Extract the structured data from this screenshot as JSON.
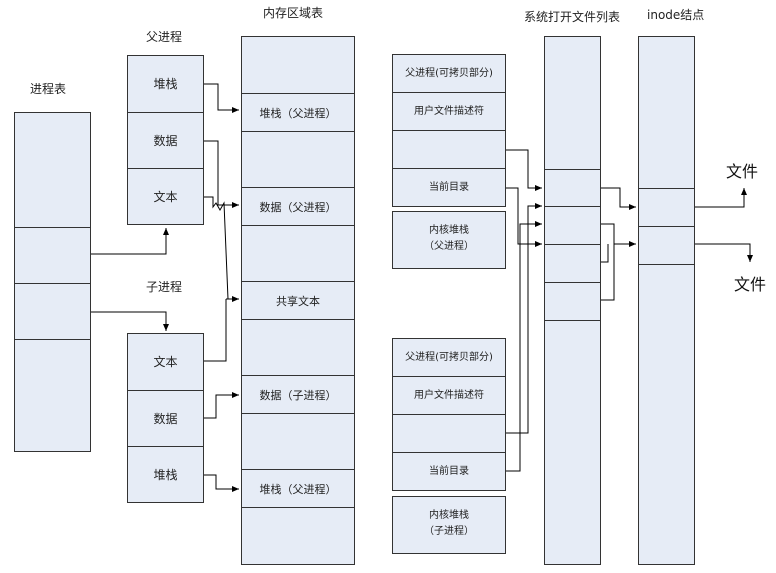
{
  "labels": {
    "process_table": "进程表",
    "parent_process": "父进程",
    "child_process": "子进程",
    "region_table": "内存区域表",
    "sys_open_file_table": "系统打开文件列表",
    "inode_nodes": "inode结点",
    "file_1": "文件",
    "file_2": "文件"
  },
  "parent_regions": [
    "堆栈",
    "数据",
    "文本"
  ],
  "child_regions": [
    "文本",
    "数据",
    "堆栈"
  ],
  "region_table_entries": [
    "",
    "堆栈（父进程）",
    "",
    "数据（父进程）",
    "",
    "共享文本",
    "",
    "数据（子进程）",
    "",
    "堆栈（父进程）",
    ""
  ],
  "parent_uarea": [
    "父进程(可拷贝部分)",
    "用户文件描述符",
    "",
    "当前目录"
  ],
  "parent_kernel_stack": [
    "内核堆栈",
    "（父进程）"
  ],
  "child_uarea": [
    "父进程(可拷贝部分)",
    "用户文件描述符",
    "",
    "当前目录"
  ],
  "child_kernel_stack": [
    "内核堆栈",
    "（子进程）"
  ]
}
